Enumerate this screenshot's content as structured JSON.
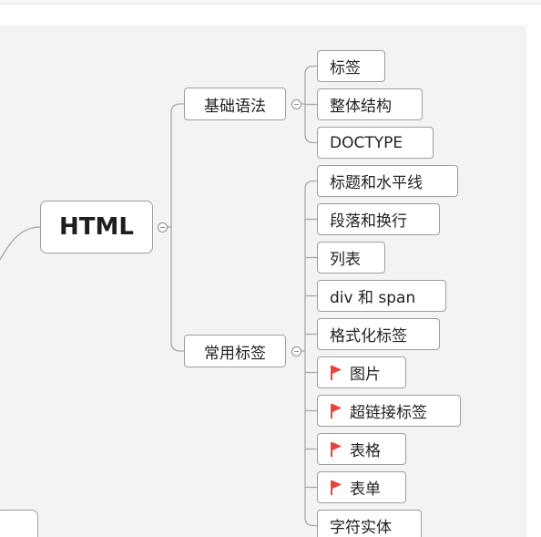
{
  "mindmap": {
    "root": {
      "label": "HTML"
    },
    "branches": [
      {
        "label": "基础语法",
        "children": [
          {
            "label": "标签",
            "flag": false
          },
          {
            "label": "整体结构",
            "flag": false
          },
          {
            "label": "DOCTYPE",
            "flag": false
          }
        ]
      },
      {
        "label": "常用标签",
        "children": [
          {
            "label": "标题和水平线",
            "flag": false
          },
          {
            "label": "段落和换行",
            "flag": false
          },
          {
            "label": "列表",
            "flag": false
          },
          {
            "label": "div 和 span",
            "flag": false
          },
          {
            "label": "格式化标签",
            "flag": false
          },
          {
            "label": "图片",
            "flag": true
          },
          {
            "label": "超链接标签",
            "flag": true
          },
          {
            "label": "表格",
            "flag": true
          },
          {
            "label": "表单",
            "flag": true
          },
          {
            "label": "字符实体",
            "flag": false
          }
        ]
      }
    ]
  },
  "icons": {
    "flag": "flag-icon",
    "collapse": "collapse-toggle-icon"
  },
  "colors": {
    "canvas": "#f3f3f3",
    "node_border": "#9e9e9e",
    "connector": "#a8a8a8",
    "flag": "#e8443a"
  }
}
